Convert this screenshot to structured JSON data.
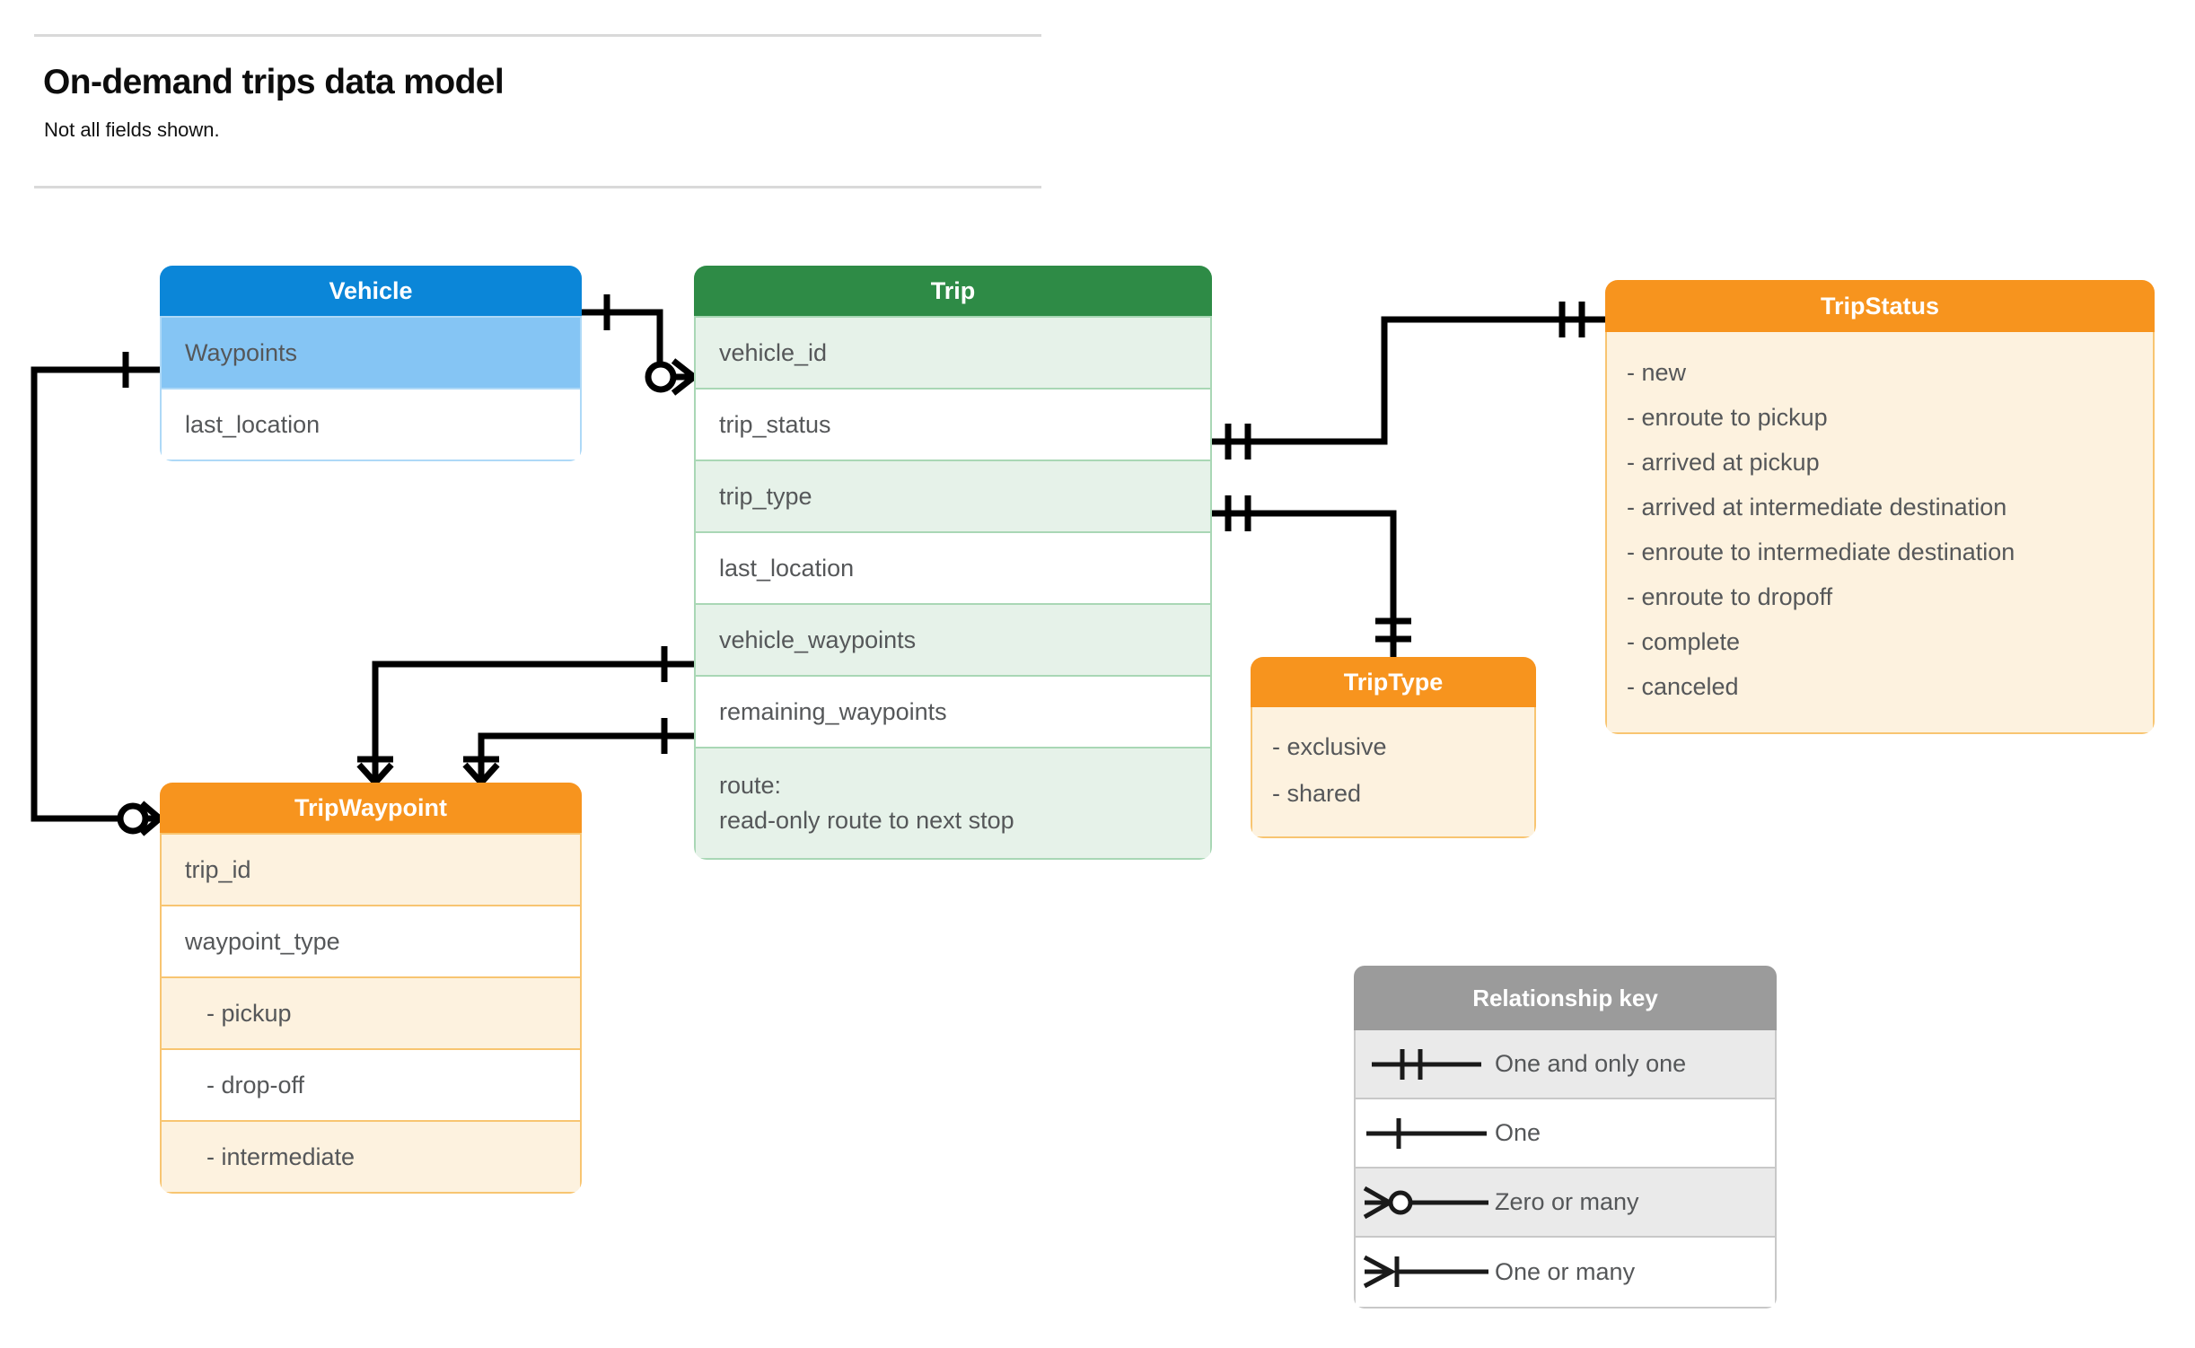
{
  "header": {
    "title": "On-demand trips data model",
    "subtitle": "Not all fields shown."
  },
  "entities": {
    "vehicle": {
      "name": "Vehicle",
      "header_color": "#0b86d8",
      "fields": [
        "Waypoints",
        "last_location"
      ]
    },
    "trip": {
      "name": "Trip",
      "header_color": "#2e8b46",
      "fields": [
        "vehicle_id",
        "trip_status",
        "trip_type",
        "last_location",
        "vehicle_waypoints",
        "remaining_waypoints"
      ],
      "route_label": "route:",
      "route_desc": "read-only route to next stop"
    },
    "tripwaypoint": {
      "name": "TripWaypoint",
      "header_color": "#f7941e",
      "fields": [
        "trip_id",
        "waypoint_type"
      ],
      "waypoint_types": [
        "-  pickup",
        "-  drop-off",
        "-  intermediate"
      ]
    },
    "triptype": {
      "name": "TripType",
      "header_color": "#f7941e",
      "values": [
        "- exclusive",
        "- shared"
      ]
    },
    "tripstatus": {
      "name": "TripStatus",
      "header_color": "#f7941e",
      "values": [
        "- new",
        "- enroute to pickup",
        "- arrived at pickup",
        "- arrived at intermediate destination",
        "- enroute to intermediate destination",
        "- enroute to dropoff",
        "- complete",
        "- canceled"
      ]
    }
  },
  "relationship_key": {
    "title": "Relationship key",
    "items": [
      {
        "symbol": "one-and-only-one",
        "label": "One and only one"
      },
      {
        "symbol": "one",
        "label": "One"
      },
      {
        "symbol": "zero-or-many",
        "label": "Zero or many"
      },
      {
        "symbol": "one-or-many",
        "label": "One or many"
      }
    ]
  },
  "relationships": [
    {
      "from": "Vehicle",
      "from_card": "one",
      "to": "Trip.vehicle_id",
      "to_card": "zero-or-many"
    },
    {
      "from": "Vehicle.Waypoints",
      "from_card": "one",
      "to": "TripWaypoint",
      "to_card": "zero-or-many"
    },
    {
      "from": "Trip.trip_status",
      "from_card": "one-and-only-one",
      "to": "TripStatus",
      "to_card": "one-and-only-one"
    },
    {
      "from": "Trip.trip_type",
      "from_card": "one-and-only-one",
      "to": "TripType",
      "to_card": "one-and-only-one"
    },
    {
      "from": "Trip.vehicle_waypoints",
      "from_card": "one",
      "to": "TripWaypoint",
      "to_card": "one-or-many"
    },
    {
      "from": "Trip.remaining_waypoints",
      "from_card": "one",
      "to": "TripWaypoint",
      "to_card": "one-or-many"
    }
  ]
}
